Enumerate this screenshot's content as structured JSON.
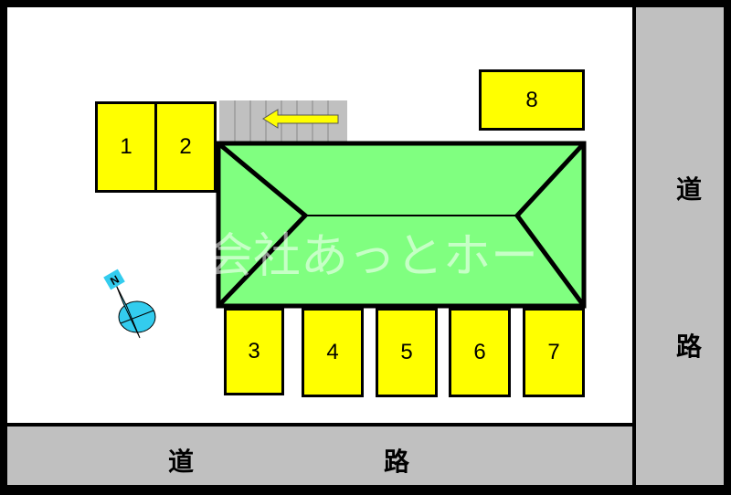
{
  "lots": [
    "1",
    "2",
    "3",
    "4",
    "5",
    "6",
    "7",
    "8"
  ],
  "road_right": {
    "char1": "道",
    "char2": "路"
  },
  "road_bottom": {
    "char1": "道",
    "char2": "路"
  },
  "compass_label": "N",
  "watermark": "会社あっとホー",
  "colors": {
    "lot": "#ffff00",
    "building": "#80ff80",
    "road": "#c0c0c0",
    "compass": "#33ccee"
  }
}
